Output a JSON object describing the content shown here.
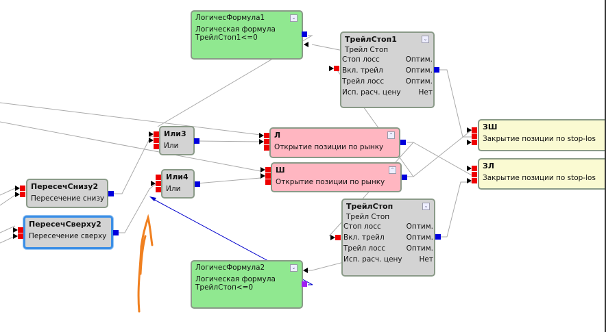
{
  "nodes": {
    "lf1": {
      "title": "ЛогичесФормула1",
      "type": "Логическая формула",
      "expr": "ТрейлСтоп1<=0",
      "color": "#90e890"
    },
    "ts1": {
      "title": "ТрейлСтоп1",
      "type": "Трейл Стоп",
      "rows": [
        [
          "Стоп лосс",
          "Оптим."
        ],
        [
          "Вкл. трейл",
          "Оптим."
        ],
        [
          "Трейл лосс",
          "Оптим."
        ],
        [
          "Исп. расч. цену",
          "Нет"
        ]
      ]
    },
    "or3": {
      "title": "Или3",
      "type": "Или"
    },
    "or4": {
      "title": "Или4",
      "type": "Или"
    },
    "l": {
      "title": "Л",
      "type": "Открытие позиции по рынку",
      "color": "#ffb6c1"
    },
    "sh": {
      "title": "Ш",
      "type": "Открытие позиции по рынку",
      "color": "#ffb6c1"
    },
    "zsh": {
      "title": "ЗШ",
      "type": "Закрытие позиции по stop-los",
      "color": "#fafad2"
    },
    "zl": {
      "title": "ЗЛ",
      "type": "Закрытие позиции по stop-los",
      "color": "#fafad2"
    },
    "cross_down": {
      "title": "ПересечСнизу2",
      "type": "Пересечение снизу"
    },
    "cross_up": {
      "title": "ПересечСверху2",
      "type": "Пересечение сверху",
      "selected": true
    },
    "ts": {
      "title": "ТрейлСтоп",
      "type": "Трейл Стоп",
      "rows": [
        [
          "Стоп лосс",
          "Оптим."
        ],
        [
          "Вкл. трейл",
          "Оптим."
        ],
        [
          "Трейл лосс",
          "Оптим."
        ],
        [
          "Исп. расч. цену",
          "Нет"
        ]
      ]
    },
    "lf2": {
      "title": "ЛогичесФормула2",
      "type": "Логическая формула",
      "expr": "ТрейлСтоп<=0",
      "color": "#90e890"
    }
  },
  "colors": {
    "input_pin": "#ee0000",
    "output_pin": "#0000dd",
    "wire": "#aaaaaa",
    "drag_wire": "#0000cc",
    "annotation": "#f08020"
  }
}
